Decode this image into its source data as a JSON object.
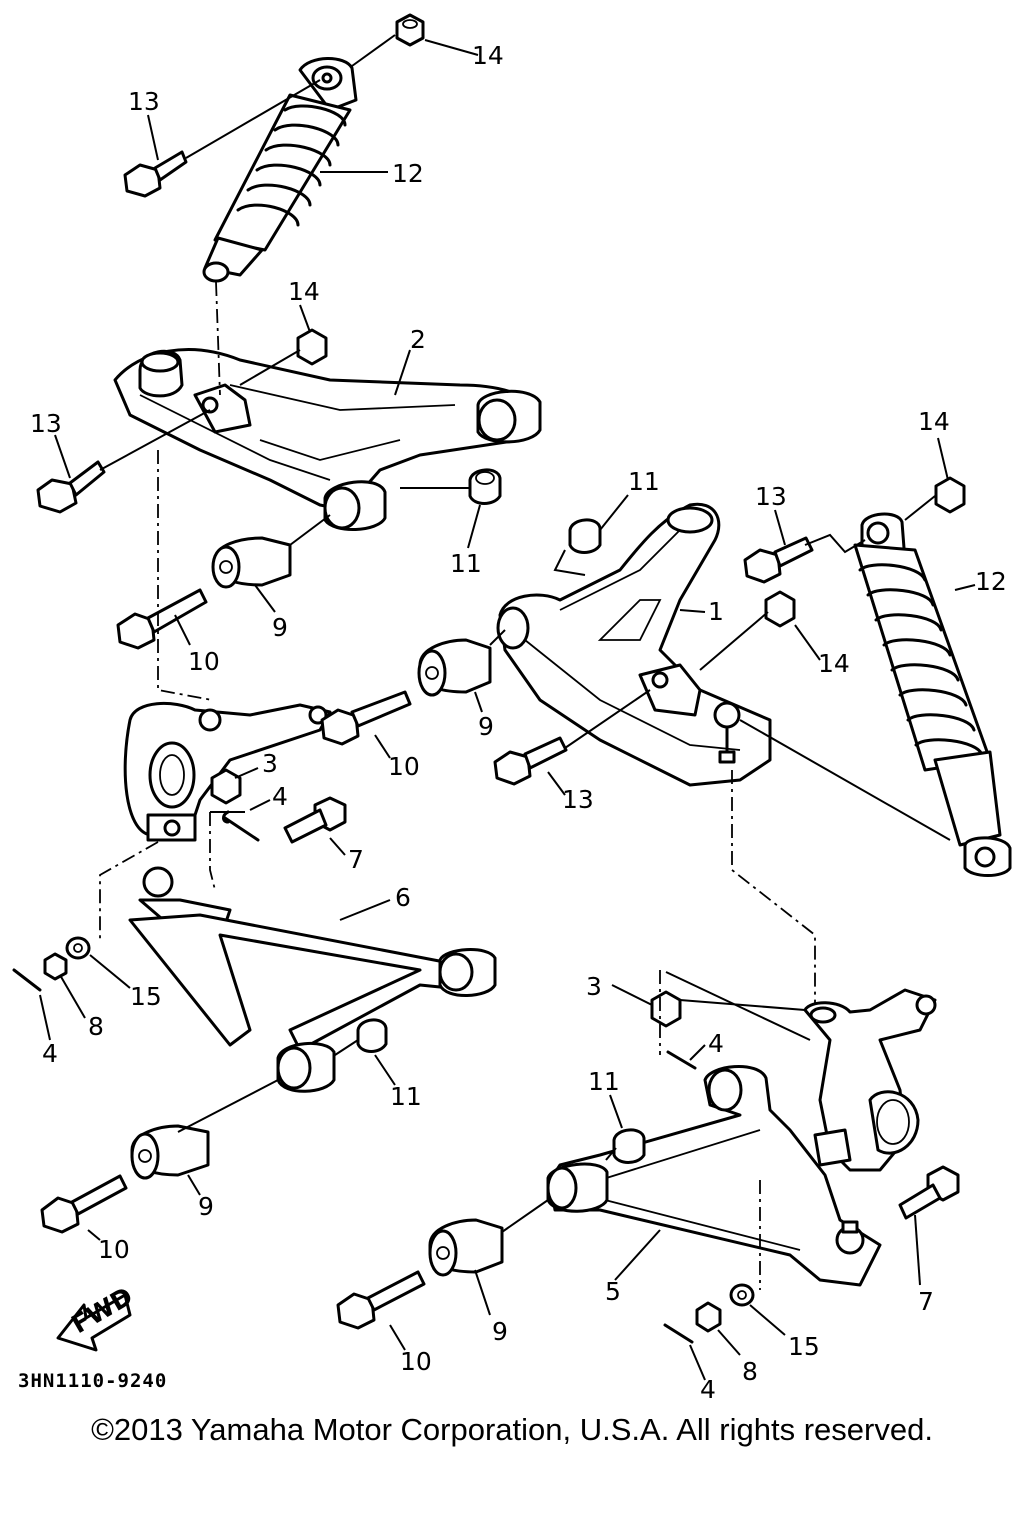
{
  "diagram": {
    "code": "3HN1110-9240",
    "fwd_label": "FWD",
    "copyright": "©2013 Yamaha Motor Corporation, U.S.A. All rights reserved."
  },
  "callouts": [
    "14",
    "13",
    "12",
    "14",
    "2",
    "13",
    "11",
    "9",
    "10",
    "14",
    "11",
    "13",
    "12",
    "1",
    "14",
    "9",
    "10",
    "13",
    "3",
    "4",
    "7",
    "6",
    "8",
    "15",
    "4",
    "11",
    "3",
    "4",
    "11",
    "9",
    "10",
    "5",
    "7",
    "9",
    "10",
    "15",
    "8",
    "4"
  ]
}
